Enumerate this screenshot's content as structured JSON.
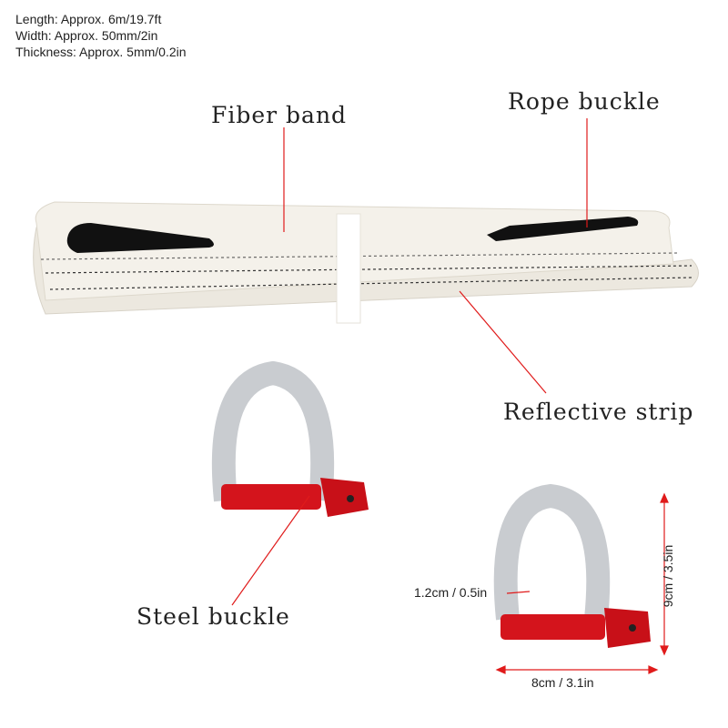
{
  "specs": {
    "length": "Length: Approx. 6m/19.7ft",
    "width": "Width: Approx. 50mm/2in",
    "thickness": "Thickness: Approx. 5mm/0.2in"
  },
  "labels": {
    "fiber_band": "Fiber band",
    "rope_buckle": "Rope buckle",
    "reflective_strip": "Reflective strip",
    "steel_buckle": "Steel buckle"
  },
  "dimensions": {
    "pin_diameter": "1.2cm / 0.5in",
    "height": "9cm / 3.5in",
    "width": "8cm / 3.1in"
  },
  "colors": {
    "leader_line": "#e01b1b",
    "strap": "#f4f1ea",
    "pin_red": "#d4141c",
    "steel": "#c9ccd0"
  }
}
